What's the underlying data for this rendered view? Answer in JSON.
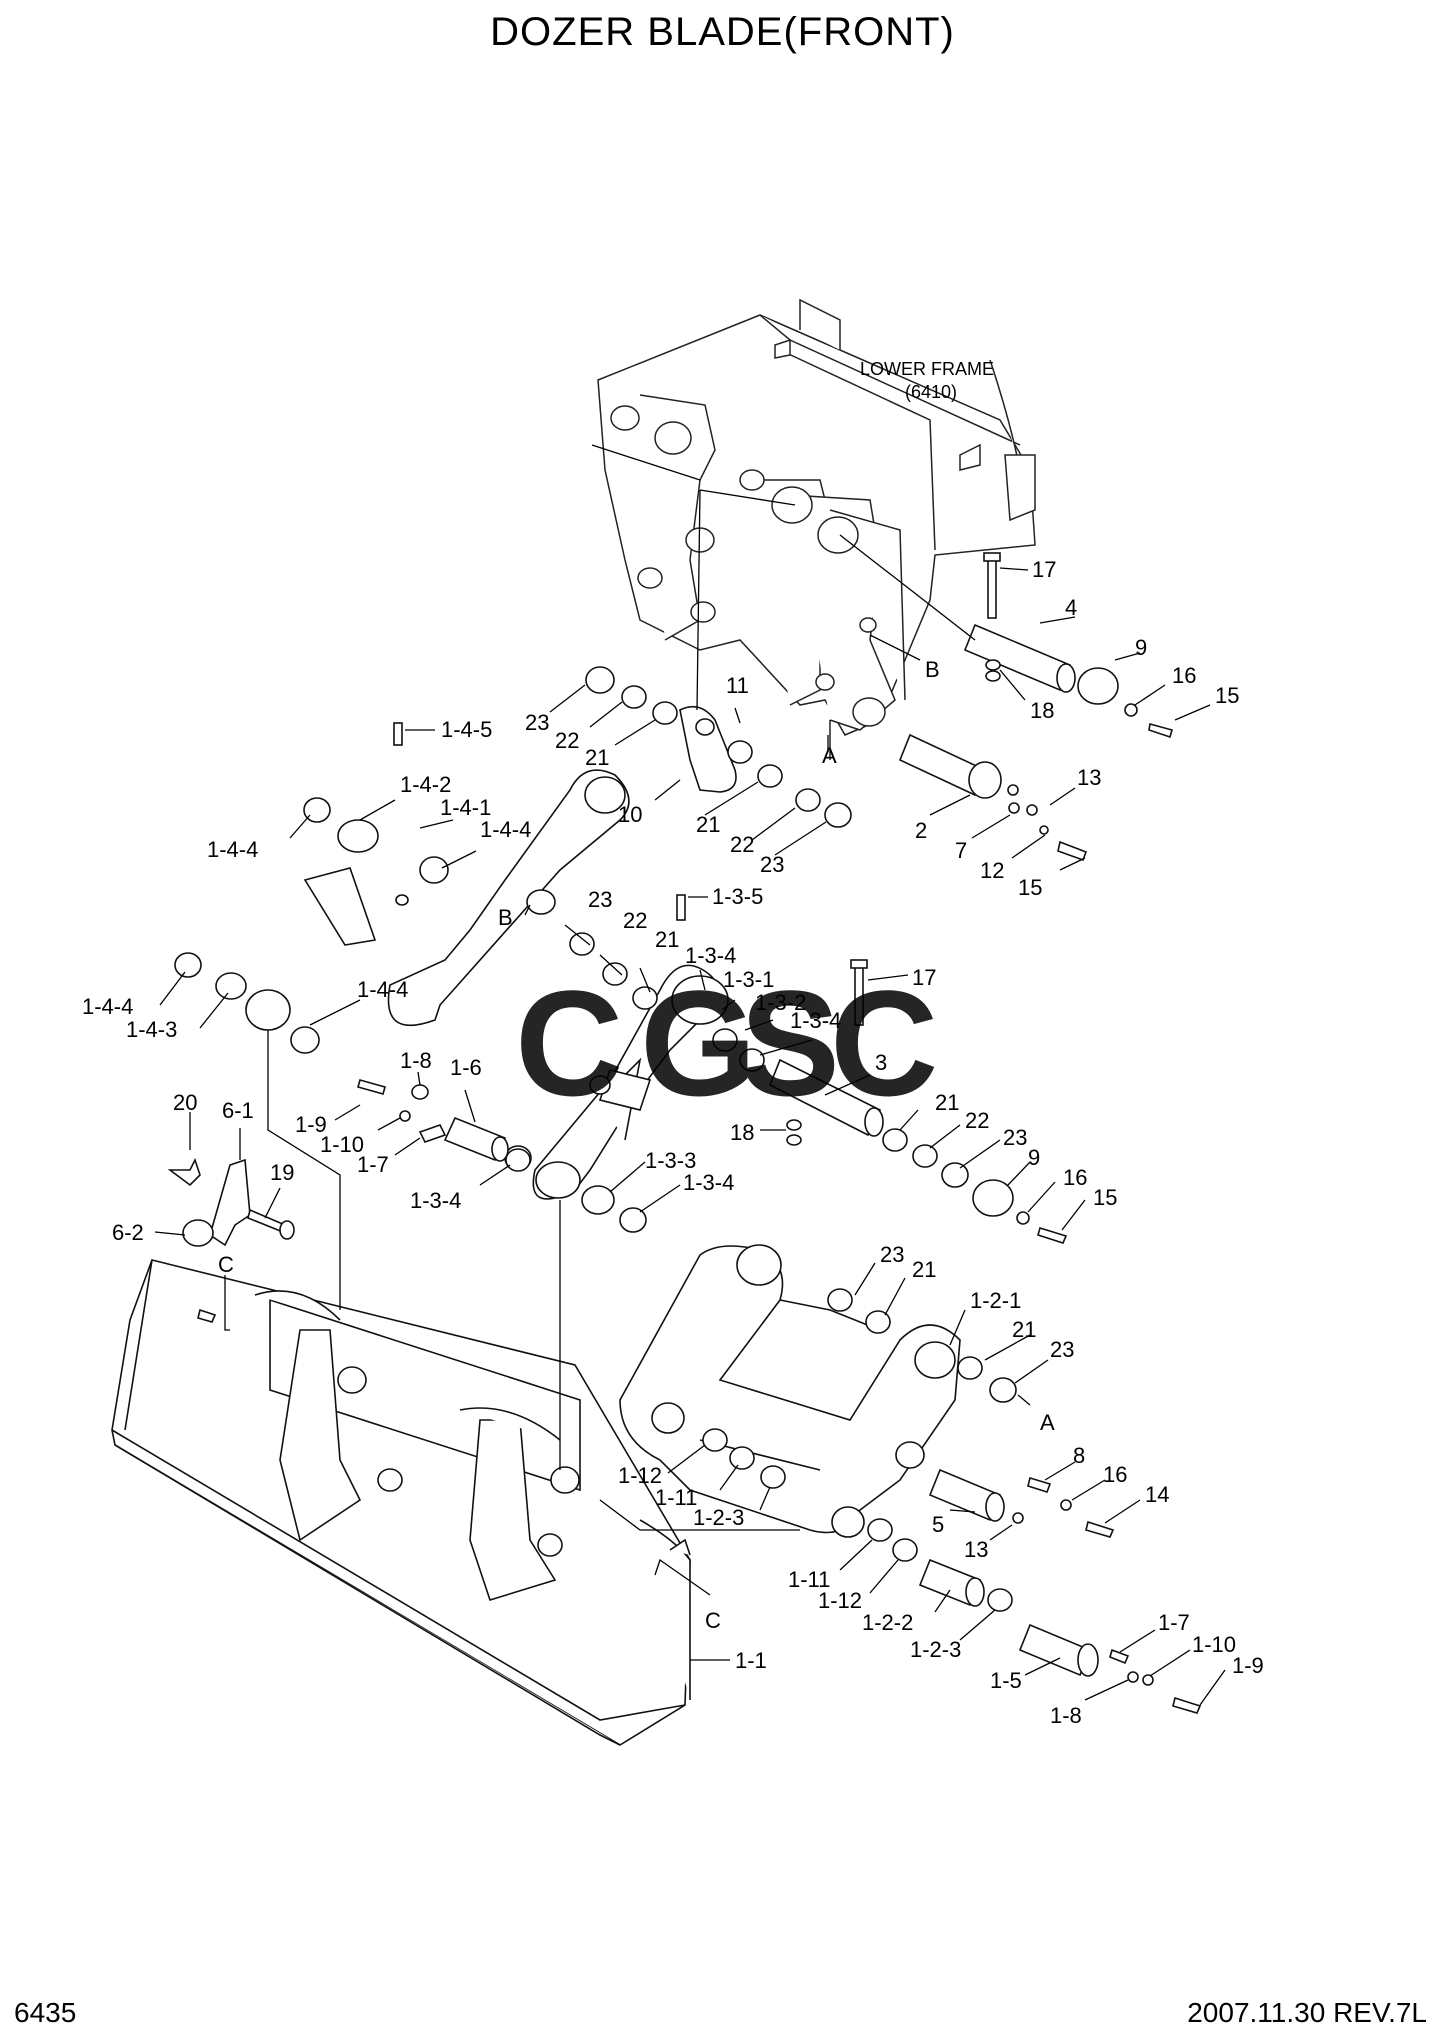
{
  "title": "DOZER BLADE(FRONT)",
  "frame_note": {
    "line1": "LOWER FRAME",
    "line2": "(6410)"
  },
  "watermark": {
    "text": "CGSC",
    "colors": [
      "#4a86e8",
      "#ea6e6e",
      "#f7cf3c",
      "#3fa06a"
    ]
  },
  "callouts": [
    {
      "id": "c1",
      "text": "17"
    },
    {
      "id": "c2",
      "text": "4"
    },
    {
      "id": "c3",
      "text": "9"
    },
    {
      "id": "c4",
      "text": "16"
    },
    {
      "id": "c5",
      "text": "15"
    },
    {
      "id": "c6",
      "text": "B"
    },
    {
      "id": "c7",
      "text": "18"
    },
    {
      "id": "c8",
      "text": "13"
    },
    {
      "id": "c9",
      "text": "2"
    },
    {
      "id": "c10",
      "text": "7"
    },
    {
      "id": "c11",
      "text": "12"
    },
    {
      "id": "c12",
      "text": "15"
    },
    {
      "id": "c13",
      "text": "A"
    },
    {
      "id": "c14",
      "text": "11"
    },
    {
      "id": "c15",
      "text": "23"
    },
    {
      "id": "c16",
      "text": "22"
    },
    {
      "id": "c17",
      "text": "21"
    },
    {
      "id": "c18",
      "text": "10"
    },
    {
      "id": "c19",
      "text": "21"
    },
    {
      "id": "c20",
      "text": "22"
    },
    {
      "id": "c21",
      "text": "23"
    },
    {
      "id": "c22",
      "text": "1-4-5"
    },
    {
      "id": "c23",
      "text": "1-4-2"
    },
    {
      "id": "c24",
      "text": "1-4-1"
    },
    {
      "id": "c25",
      "text": "1-4-4"
    },
    {
      "id": "c26",
      "text": "1-4-4"
    },
    {
      "id": "c27",
      "text": "1-4-4"
    },
    {
      "id": "c28",
      "text": "1-4-3"
    },
    {
      "id": "c29",
      "text": "1-4-4"
    },
    {
      "id": "c30",
      "text": "1-3-5"
    },
    {
      "id": "c31",
      "text": "B"
    },
    {
      "id": "c32",
      "text": "23"
    },
    {
      "id": "c33",
      "text": "22"
    },
    {
      "id": "c34",
      "text": "21"
    },
    {
      "id": "c35",
      "text": "1-3-4"
    },
    {
      "id": "c36",
      "text": "1-3-1"
    },
    {
      "id": "c37",
      "text": "1-3-2"
    },
    {
      "id": "c38",
      "text": "1-3-4"
    },
    {
      "id": "c39",
      "text": "17"
    },
    {
      "id": "c40",
      "text": "3"
    },
    {
      "id": "c41",
      "text": "21"
    },
    {
      "id": "c42",
      "text": "22"
    },
    {
      "id": "c43",
      "text": "23"
    },
    {
      "id": "c44",
      "text": "9"
    },
    {
      "id": "c45",
      "text": "16"
    },
    {
      "id": "c46",
      "text": "15"
    },
    {
      "id": "c47",
      "text": "18"
    },
    {
      "id": "c48",
      "text": "1-8"
    },
    {
      "id": "c49",
      "text": "1-6"
    },
    {
      "id": "c50",
      "text": "1-9"
    },
    {
      "id": "c51",
      "text": "1-10"
    },
    {
      "id": "c52",
      "text": "1-7"
    },
    {
      "id": "c53",
      "text": "1-3-4"
    },
    {
      "id": "c54",
      "text": "1-3-3"
    },
    {
      "id": "c55",
      "text": "1-3-4"
    },
    {
      "id": "c56",
      "text": "20"
    },
    {
      "id": "c57",
      "text": "6-1"
    },
    {
      "id": "c58",
      "text": "19"
    },
    {
      "id": "c59",
      "text": "6-2"
    },
    {
      "id": "c60",
      "text": "C"
    },
    {
      "id": "c61",
      "text": "23"
    },
    {
      "id": "c62",
      "text": "21"
    },
    {
      "id": "c63",
      "text": "1-2-1"
    },
    {
      "id": "c64",
      "text": "21"
    },
    {
      "id": "c65",
      "text": "23"
    },
    {
      "id": "c66",
      "text": "A"
    },
    {
      "id": "c67",
      "text": "8"
    },
    {
      "id": "c68",
      "text": "16"
    },
    {
      "id": "c69",
      "text": "14"
    },
    {
      "id": "c70",
      "text": "1-12"
    },
    {
      "id": "c71",
      "text": "1-11"
    },
    {
      "id": "c72",
      "text": "1-2-3"
    },
    {
      "id": "c73",
      "text": "5"
    },
    {
      "id": "c74",
      "text": "13"
    },
    {
      "id": "c75",
      "text": "1-11"
    },
    {
      "id": "c76",
      "text": "1-12"
    },
    {
      "id": "c77",
      "text": "1-2-2"
    },
    {
      "id": "c78",
      "text": "1-2-3"
    },
    {
      "id": "c79",
      "text": "C"
    },
    {
      "id": "c80",
      "text": "1-1"
    },
    {
      "id": "c81",
      "text": "1-7"
    },
    {
      "id": "c82",
      "text": "1-10"
    },
    {
      "id": "c83",
      "text": "1-9"
    },
    {
      "id": "c84",
      "text": "1-5"
    },
    {
      "id": "c85",
      "text": "1-8"
    }
  ],
  "footer": {
    "page_code": "6435",
    "revision": "2007.11.30  REV.7L"
  }
}
